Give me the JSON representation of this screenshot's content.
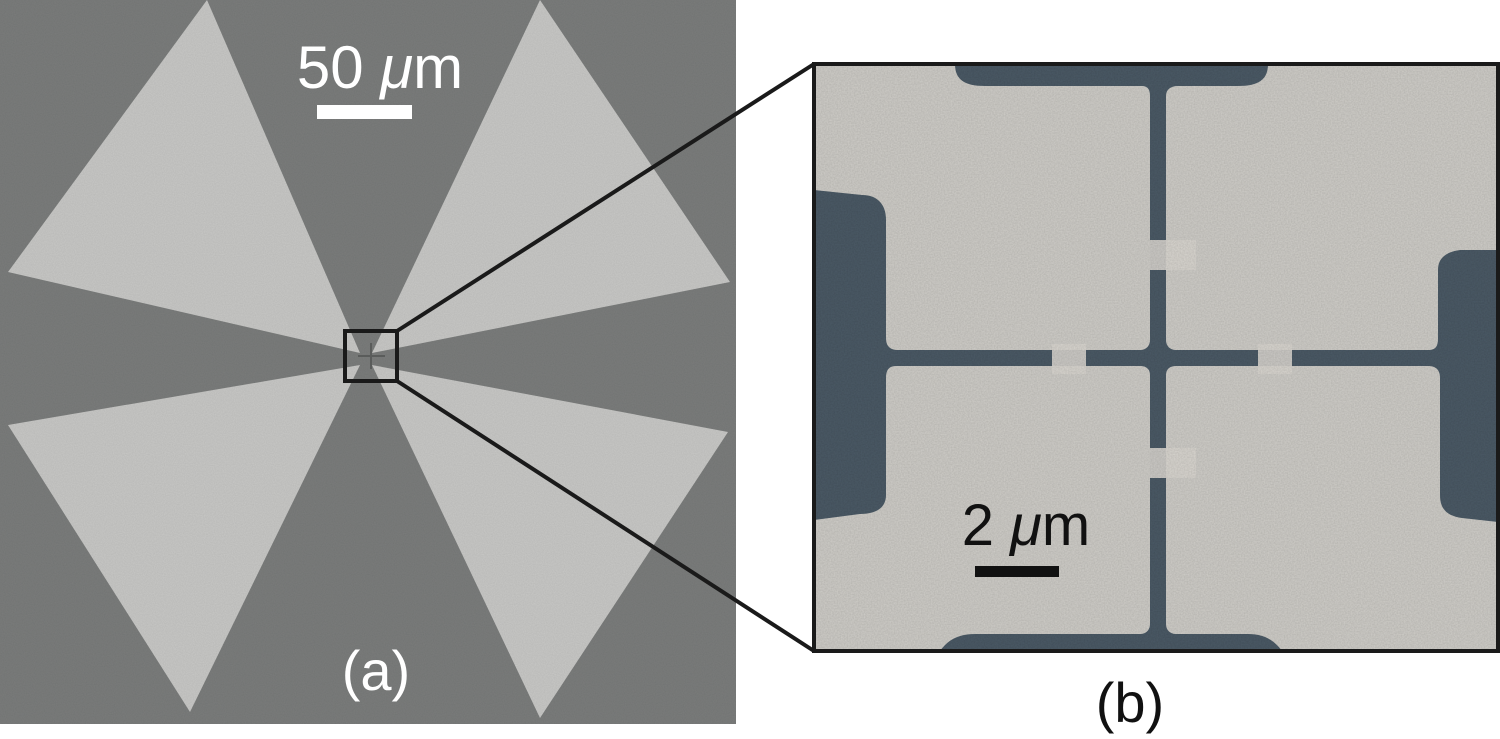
{
  "panel_a": {
    "scale_bar_number": "50",
    "scale_bar_unit_greek": "μ",
    "scale_bar_unit_rest": "m",
    "panel_label": "(a)"
  },
  "panel_b": {
    "scale_bar_number": "2",
    "scale_bar_unit_greek": "μ",
    "scale_bar_unit_rest": "m",
    "panel_label": "(b)"
  },
  "colors": {
    "substrate_a": "#7b7d7c",
    "metal_a": "#c8c8c6",
    "substrate_b": "#4b5a66",
    "metal_b": "#cfcdc8",
    "outline": "#1a1a1a",
    "label_light": "#ffffff",
    "label_dark": "#111111"
  }
}
